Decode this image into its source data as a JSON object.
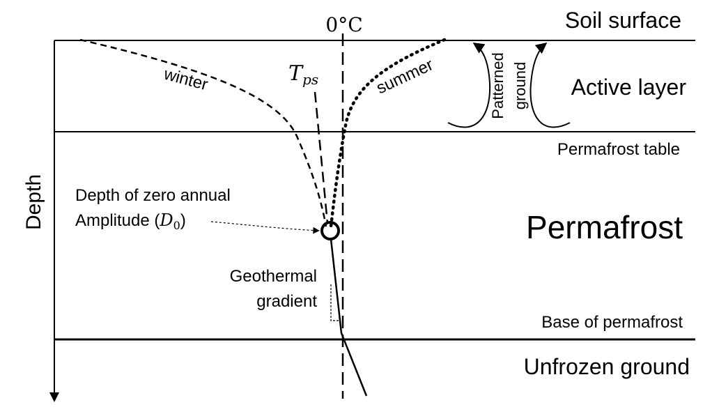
{
  "zero_label": "0°C",
  "layers": {
    "soil_surface": "Soil surface",
    "active_layer": "Active layer",
    "permafrost_table": "Permafrost table",
    "permafrost": "Permafrost",
    "base_of_permafrost": "Base of permafrost",
    "unfrozen_ground": "Unfrozen ground"
  },
  "axis": {
    "depth_label": "Depth"
  },
  "curves": {
    "winter_label": "winter",
    "summer_label": "summer",
    "tps_main": "T",
    "tps_sub": "ps"
  },
  "patterned_ground": {
    "line1": "Patterned",
    "line2": "ground"
  },
  "zero_amplitude": {
    "line1": "Depth of zero annual",
    "line2_prefix": "Amplitude (",
    "symbol": "D",
    "subscript": "0",
    "close_paren": ")"
  },
  "geothermal": {
    "line1": "Geothermal",
    "line2": "gradient"
  }
}
